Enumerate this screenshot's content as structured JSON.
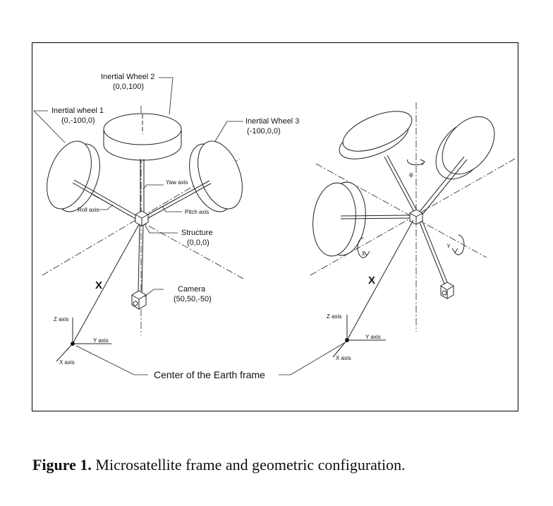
{
  "diagram": {
    "wheel1": {
      "name": "Inertial wheel 1",
      "coords": "(0,-100,0)"
    },
    "wheel2": {
      "name": "Inertial Wheel 2",
      "coords": "(0,0,100)"
    },
    "wheel3": {
      "name": "Inertial Wheel 3",
      "coords": "(-100,0,0)"
    },
    "structure": {
      "name": "Structure",
      "coords": "(0,0,0)"
    },
    "camera": {
      "name": "Camera",
      "coords": "(50,50,-50)"
    },
    "axes_body": {
      "yaw": "Yaw axis",
      "roll": "Roll axis",
      "pitch": "Pitch axis"
    },
    "earth_frame": {
      "z": "Z axis",
      "y": "Y axis",
      "x": "X axis",
      "label": "Center of the Earth frame"
    },
    "position_vector": "X",
    "angles": {
      "psi": "ψ",
      "lambda": "λ",
      "gamma": "γ"
    }
  },
  "caption": {
    "label": "Figure 1.",
    "text": "Microsatellite frame and geometric configuration."
  }
}
